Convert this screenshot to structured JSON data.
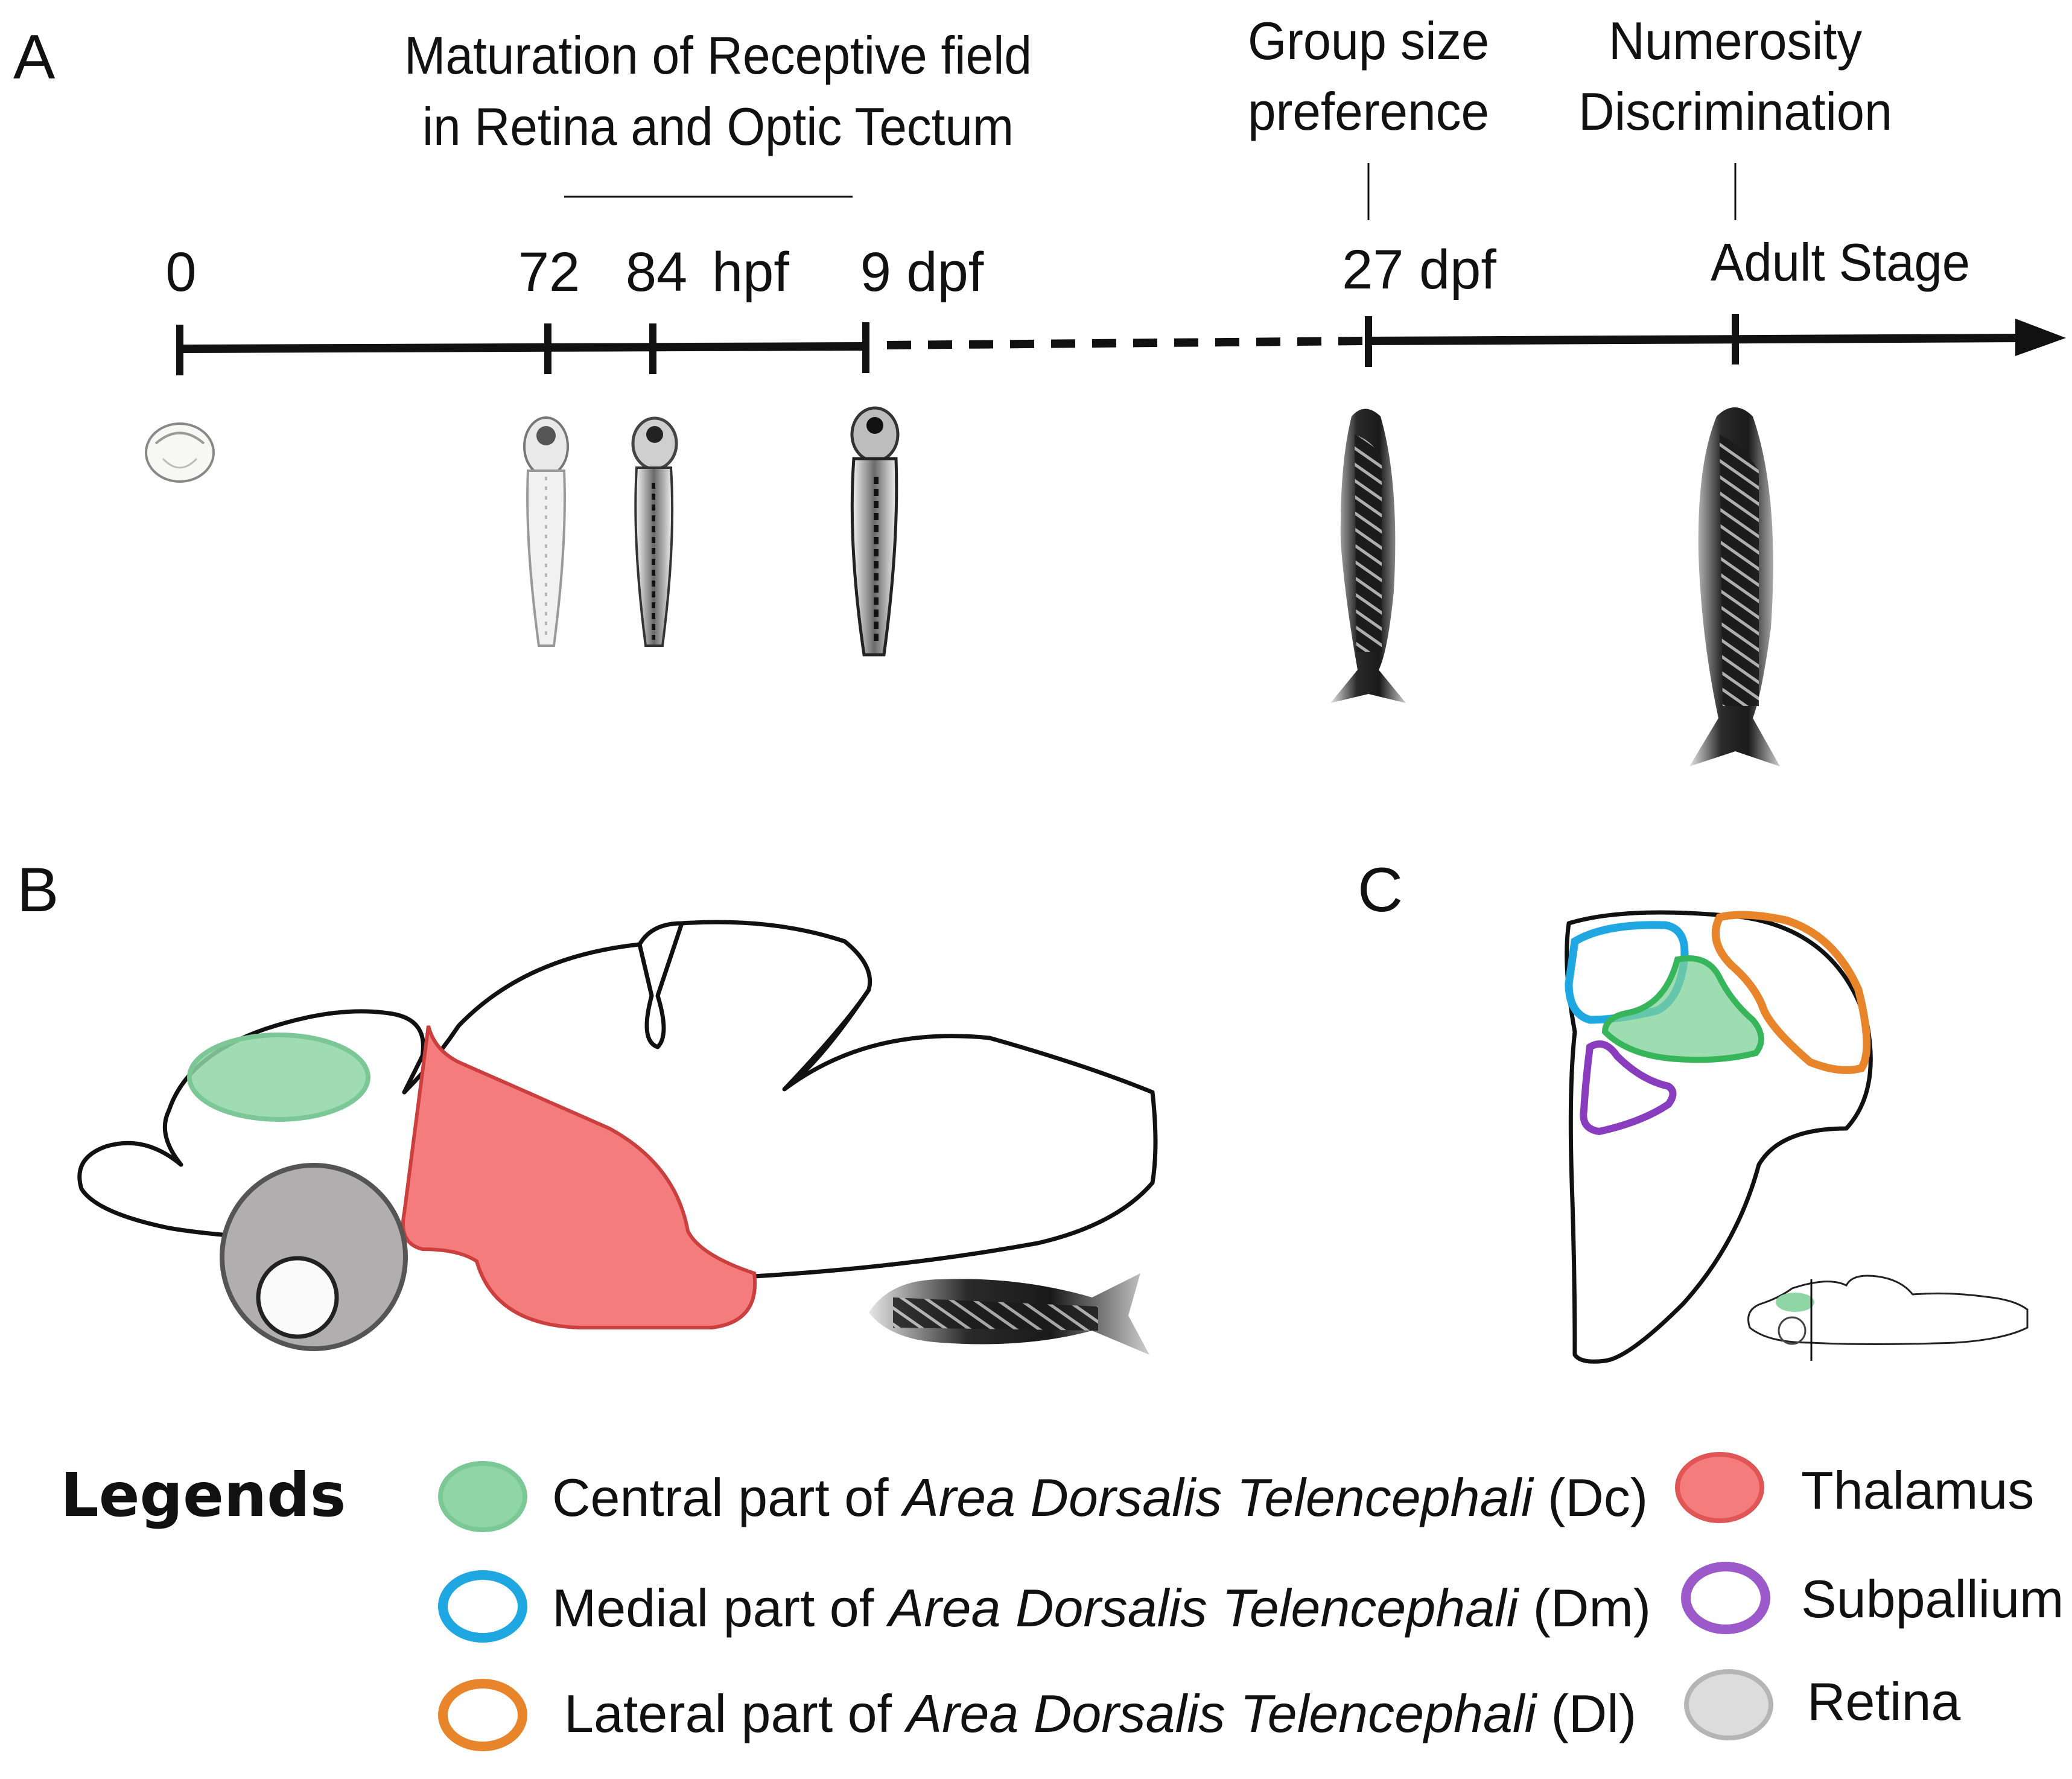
{
  "panels": {
    "a": "A",
    "b": "B",
    "c": "C"
  },
  "timeline": {
    "annotations": {
      "receptive_field_line1": "Maturation of Receptive field",
      "receptive_field_line2": "in Retina and Optic Tectum",
      "group_size_line1": "Group size",
      "group_size_line2": "preference",
      "numerosity_line1": "Numerosity",
      "numerosity_line2": "Discrimination"
    },
    "ticks": {
      "t0": "0",
      "t72": "72",
      "t84": "84",
      "hpf": "hpf",
      "t9": "9 dpf",
      "t27": "27 dpf",
      "adult": "Adult Stage"
    }
  },
  "legend": {
    "title": "Legends",
    "items": [
      {
        "prefix": "Central part of ",
        "italic": "Area Dorsalis Telencephali",
        "suffix": " (Dc)",
        "color": "#8fd6a6",
        "stroke": "#7bc896",
        "filled": true
      },
      {
        "prefix": "Medial part of ",
        "italic": "Area Dorsalis Telencephali",
        "suffix": " (Dm)",
        "color": "#1ea7e1",
        "filled": false
      },
      {
        "prefix": "Lateral part of ",
        "italic": "Area Dorsalis Telencephali",
        "suffix": " (Dl)",
        "color": "#e8842a",
        "filled": false
      },
      {
        "label": "Thalamus",
        "color": "#f47c7c",
        "stroke": "#e05555",
        "filled": true
      },
      {
        "label": "Subpallium",
        "color": "#9b59c9",
        "filled": false
      },
      {
        "label": "Retina",
        "color": "#dcdcdc",
        "stroke": "#b5b5b5",
        "filled": true
      }
    ]
  },
  "colors": {
    "dc": "#8fd6a6",
    "dm": "#1ea7e1",
    "dl": "#e8842a",
    "thalamus": "#f47c7c",
    "subpallium": "#9b59c9",
    "retina": "#b0aeae"
  }
}
